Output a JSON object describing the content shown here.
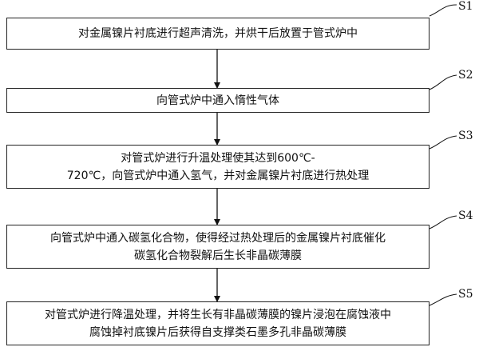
{
  "steps": [
    {
      "id": "S1",
      "lines": [
        "对金属镍片衬底进行超声清洗，并烘干后放置于管式炉中"
      ]
    },
    {
      "id": "S2",
      "lines": [
        "向管式炉中通入惰性气体"
      ]
    },
    {
      "id": "S3",
      "lines": [
        "对管式炉进行升温处理使其达到600℃-",
        "720℃，向管式炉中通入氢气，并对金属镍片衬底进行热处理"
      ]
    },
    {
      "id": "S4",
      "lines": [
        "向管式炉中通入碳氢化合物，使得经过热处理后的金属镍片衬底催化",
        "碳氢化合物裂解后生长非晶碳薄膜"
      ]
    },
    {
      "id": "S5",
      "lines": [
        "对管式炉进行降温处理，并将生长有非晶碳薄膜的镍片浸泡在腐蚀液中",
        "腐蚀掉衬底镍片后获得自支撑类石墨多孔非晶碳薄膜"
      ]
    }
  ]
}
